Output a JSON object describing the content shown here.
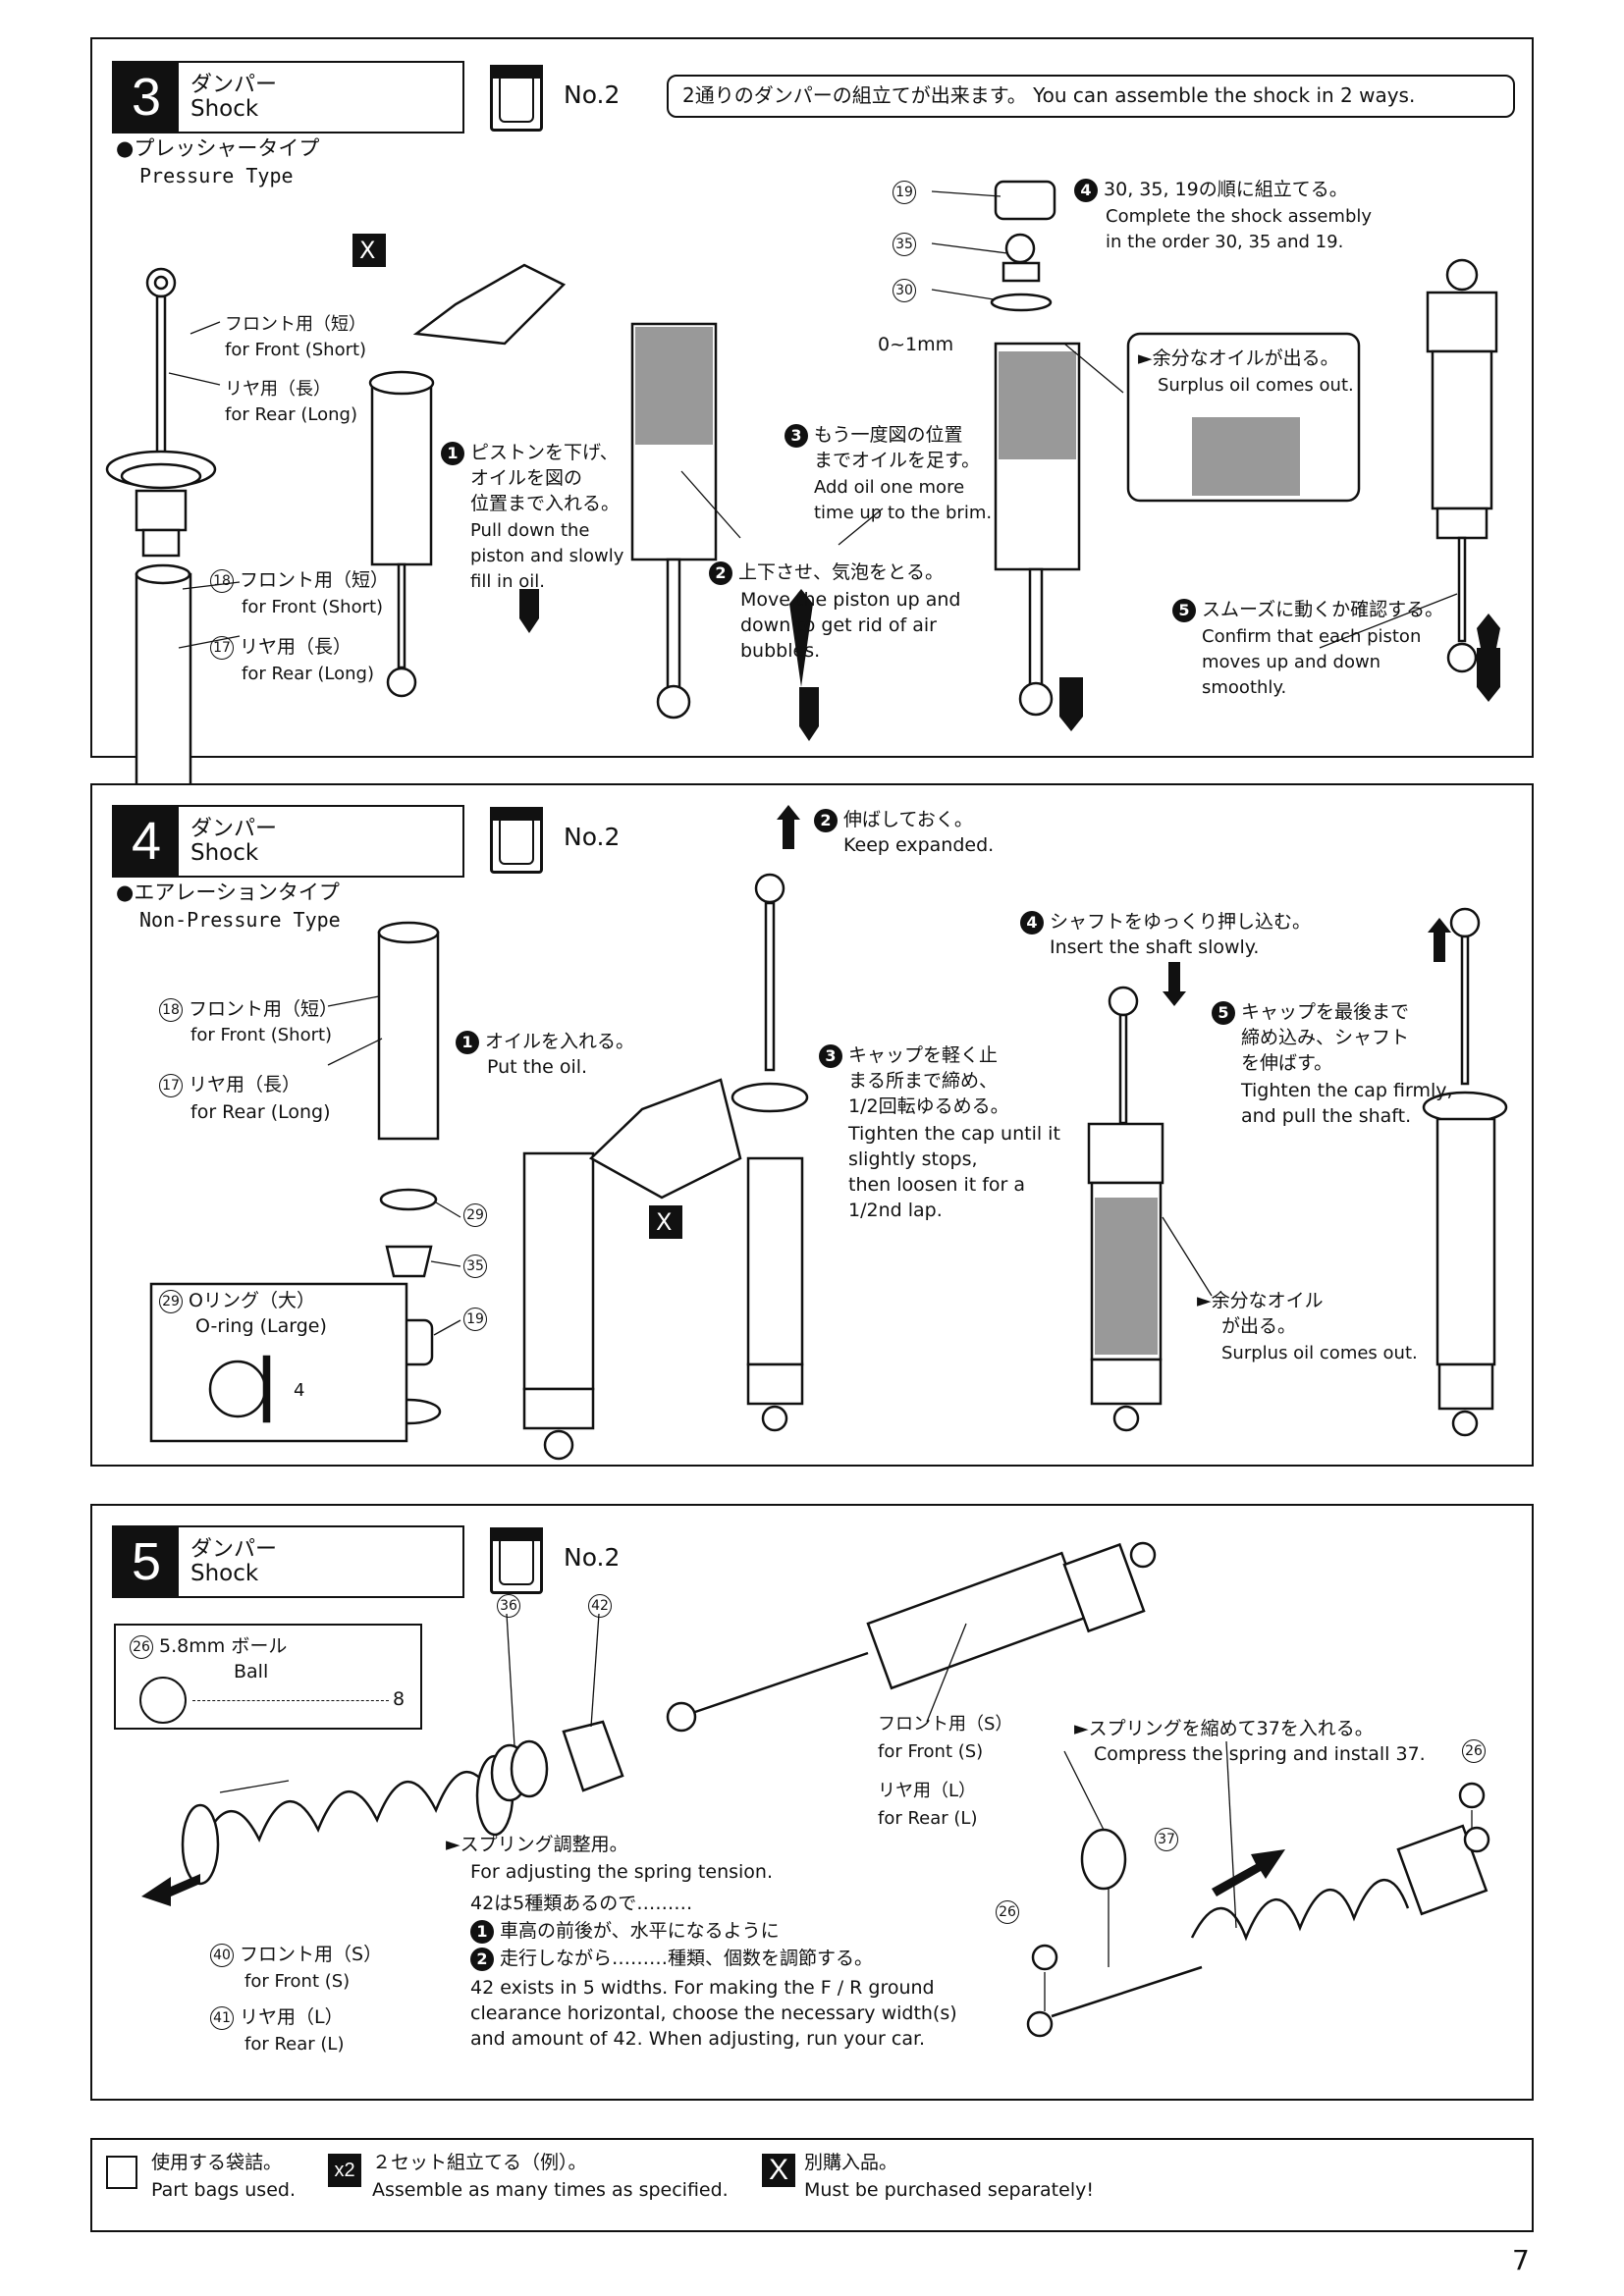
{
  "step3": {
    "num": "3",
    "title_jp": "ダンパー",
    "title_en": "Shock",
    "bag": "No.2",
    "note": "2通りのダンパーの組立てが出来ます。 You can assemble the shock in 2 ways.",
    "type_jp": "●プレッシャータイプ",
    "type_en": "Pressure Type",
    "lbl_front_short_jp": "フロント用（短）",
    "lbl_front_short_en": "for Front (Short)",
    "lbl_rear_long_jp": "リヤ用（長）",
    "lbl_rear_long_en": "for Rear (Long)",
    "part18": "18",
    "part18_jp": "フロント用（短）",
    "part18_en": "for Front (Short)",
    "part17": "17",
    "part17_jp": "リヤ用（長）",
    "part17_en": "for Rear (Long)",
    "s1_num": "1",
    "s1_jp1": "ピストンを下げ、",
    "s1_jp2": "オイルを図の",
    "s1_jp3": "位置まで入れる。",
    "s1_en1": "Pull down the",
    "s1_en2": "piston and slowly",
    "s1_en3": "fill in oil.",
    "s2_num": "2",
    "s2_jp": "上下させ、気泡をとる。",
    "s2_en1": "Move the piston up and",
    "s2_en2": "down to get rid of air",
    "s2_en3": "bubbles.",
    "s3_num": "3",
    "s3_jp1": "もう一度図の位置",
    "s3_jp2": "までオイルを足す。",
    "s3_en1": "Add oil one more",
    "s3_en2": "time up to the brim.",
    "gap": "0~1mm",
    "p19": "19",
    "p35": "35",
    "p30": "30",
    "s4_num": "4",
    "s4_jp": "30, 35, 19の順に組立てる。",
    "s4_en1": "Complete the shock assembly",
    "s4_en2": "in the order 30, 35 and 19.",
    "surplus_jp": "►余分なオイルが出る。",
    "surplus_en": "Surplus oil comes out.",
    "s5_num": "5",
    "s5_jp": "スムーズに動くか確認する。",
    "s5_en1": "Confirm that each piston",
    "s5_en2": "moves up and down",
    "s5_en3": "smoothly.",
    "x_mark": "X"
  },
  "step4": {
    "num": "4",
    "title_jp": "ダンパー",
    "title_en": "Shock",
    "bag": "No.2",
    "type_jp": "●エアレーションタイプ",
    "type_en": "Non-Pressure Type",
    "part18": "18",
    "part18_jp": "フロント用（短）",
    "part18_en": "for Front (Short)",
    "part17": "17",
    "part17_jp": "リヤ用（長）",
    "part17_en": "for Rear (Long)",
    "p29": "29",
    "p35": "35",
    "p19": "19",
    "oring_jp": "Oリング（大）",
    "oring_en": "O-ring (Large)",
    "oring_qty": "4",
    "s1_num": "1",
    "s1_jp": "オイルを入れる。",
    "s1_en": "Put the oil.",
    "s2_num": "2",
    "s2_jp": "伸ばしておく。",
    "s2_en": "Keep expanded.",
    "s3_num": "3",
    "s3_jp1": "キャップを軽く止",
    "s3_jp2": "まる所まで締め、",
    "s3_jp3": "1/2回転ゆるめる。",
    "s3_en1": "Tighten the cap until it",
    "s3_en2": "slightly stops,",
    "s3_en3": "then loosen it for a",
    "s3_en4": "1/2nd lap.",
    "s4_num": "4",
    "s4_jp": "シャフトをゆっくり押し込む。",
    "s4_en": "Insert the shaft slowly.",
    "s5_num": "5",
    "s5_jp1": "キャップを最後まで",
    "s5_jp2": "締め込み、シャフト",
    "s5_jp3": "を伸ばす。",
    "s5_en1": "Tighten the cap firmly,",
    "s5_en2": "and pull the shaft.",
    "surplus_jp1": "►余分なオイル",
    "surplus_jp2": "が出る。",
    "surplus_en": "Surplus oil comes out.",
    "x_mark": "X"
  },
  "step5": {
    "num": "5",
    "title_jp": "ダンパー",
    "title_en": "Shock",
    "bag": "No.2",
    "ball_part": "26",
    "ball_jp": "5.8mm ボール",
    "ball_en": "Ball",
    "ball_qty": "8",
    "p36": "36",
    "p42": "42",
    "p37": "37",
    "p26": "26",
    "front_jp": "フロント用（S）",
    "front_en": "for Front (S)",
    "rear_jp": "リヤ用（L）",
    "rear_en": "for Rear (L)",
    "p40": "40",
    "p40_jp": "フロント用（S）",
    "p40_en": "for Front (S)",
    "p41": "41",
    "p41_jp": "リヤ用（L）",
    "p41_en": "for Rear (L)",
    "spring_adj_jp": "►スプリング調整用。",
    "spring_adj_en": "For adjusting the spring tension.",
    "n42_jp": "42は5種類あるので………",
    "n42_b1": "車高の前後が、水平になるように",
    "n42_b2": "走行しながら………種類、個数を調節する。",
    "n42_en1": "42 exists in 5 widths.  For making the F / R ground",
    "n42_en2": "clearance horizontal, choose the necessary width(s)",
    "n42_en3": "and amount of 42.  When adjusting, run your car.",
    "compress_jp": "►スプリングを縮めて37を入れる。",
    "compress_en": "Compress the spring and install 37."
  },
  "legend": {
    "bag_jp": "使用する袋詰。",
    "bag_en": "Part bags used.",
    "x2_mark": "x2",
    "x2_jp": "２セット組立てる（例）。",
    "x2_en": "Assemble as many times as specified.",
    "x_mark": "X",
    "x_jp": "別購入品。",
    "x_en": "Must be purchased separately!"
  },
  "page_number": "7"
}
